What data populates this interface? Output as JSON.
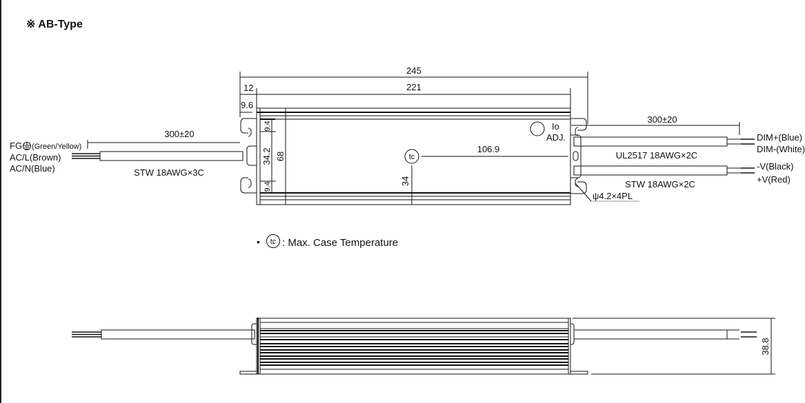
{
  "title": "※ AB-Type",
  "top_view": {
    "dim_total_length": "245",
    "dim_body_length": "221",
    "dim_flange": "12",
    "dim_hole_offset": "9.6",
    "dim_hole_top": "9.4",
    "dim_hole_spacing": "34.2",
    "dim_hole_bottom": "9.4",
    "dim_width": "68",
    "tc_symbol": "tc",
    "dim_tc_x": "106.9",
    "dim_tc_y": "34",
    "io_label": "Io",
    "adj_label": "ADJ.",
    "mount_hole_label": "ψ4.2×4PL"
  },
  "input_cable": {
    "length": "300±20",
    "fg_label": "FG",
    "fg_color": "(Green/Yellow)",
    "acl_label": "AC/L(Brown)",
    "acn_label": "AC/N(Blue)",
    "spec": "STW 18AWG×3C"
  },
  "output_cables": {
    "length": "300±20",
    "dim_plus": "DIM+(Blue)",
    "dim_minus": "DIM-(White)",
    "dim_spec": "UL2517 18AWG×2C",
    "v_minus": "-V(Black)",
    "v_plus": "+V(Red)",
    "v_spec": "STW 18AWG×2C"
  },
  "note": {
    "bullet": "•",
    "symbol": "tc",
    "text": ": Max. Case Temperature"
  },
  "side_view": {
    "dim_height": "38.8"
  }
}
